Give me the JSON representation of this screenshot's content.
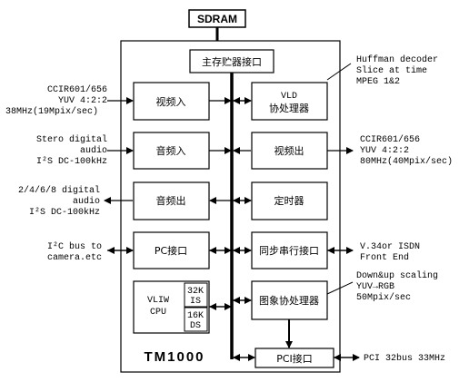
{
  "diagram": {
    "sdram": "SDRAM",
    "main_memory": "主存贮器接口",
    "chip_name": "TM1000",
    "left_blocks": {
      "video_in": "视频入",
      "audio_in": "音频入",
      "audio_out": "音频出",
      "pc_if": "PC接口",
      "cpu": {
        "name1": "VLIW",
        "name2": "CPU",
        "i_size": "32K",
        "i_label": "IS",
        "d_size": "16K",
        "d_label": "DS"
      }
    },
    "right_blocks": {
      "vld": {
        "line1": "VLD",
        "line2": "协处理器"
      },
      "video_out": "视频出",
      "timer": "定时器",
      "sync_serial": "同步串行接口",
      "image_coproc": "图象协处理器",
      "pci_if": "PCI接口"
    },
    "external_labels": {
      "huffman": [
        "Huffman decoder",
        "Slice at time",
        "MPEG 1&2"
      ],
      "ccir_in": [
        "CCIR601/656",
        "YUV 4:2:2",
        "38MHz(19Mpix/sec)"
      ],
      "stereo_in": [
        "Stero digital",
        "audio",
        "I²S DC-100kHz"
      ],
      "ccir_out": [
        "CCIR601/656",
        "YUV 4:2:2",
        "80MHz(40Mpix/sec)"
      ],
      "audio_out": [
        "2/4/6/8 digital",
        "audio",
        "I²S DC-100kHz"
      ],
      "i2c": [
        "I²C bus to",
        "camera.etc"
      ],
      "v34": [
        "V.34or ISDN",
        "Front End"
      ],
      "scaling": [
        "Down&up scaling",
        "YUV→RGB",
        "50Mpix/sec"
      ],
      "pci_bus": "PCI 32bus 33MHz"
    }
  }
}
